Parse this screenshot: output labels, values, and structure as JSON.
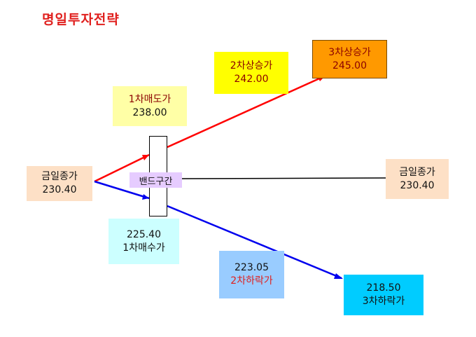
{
  "title": "명일투자전략",
  "colors": {
    "title": "#e0201e",
    "up_line": "#ff0000",
    "down_line": "#0000ee",
    "mid_line": "#000000"
  },
  "today_close_left": {
    "label": "금일종가",
    "value": "230.40"
  },
  "today_close_right": {
    "label": "금일종가",
    "value": "230.40"
  },
  "band": {
    "label": "밴드구간"
  },
  "sell_targets": [
    {
      "label": "1차매도가",
      "value": "238.00"
    },
    {
      "label": "2차상승가",
      "value": "242.00"
    },
    {
      "label": "3차상승가",
      "value": "245.00"
    }
  ],
  "buy_targets": [
    {
      "value": "225.40",
      "label": "1차매수가"
    },
    {
      "value": "223.05",
      "label": "2차하락가"
    },
    {
      "value": "218.50",
      "label": "3차하락가"
    }
  ]
}
